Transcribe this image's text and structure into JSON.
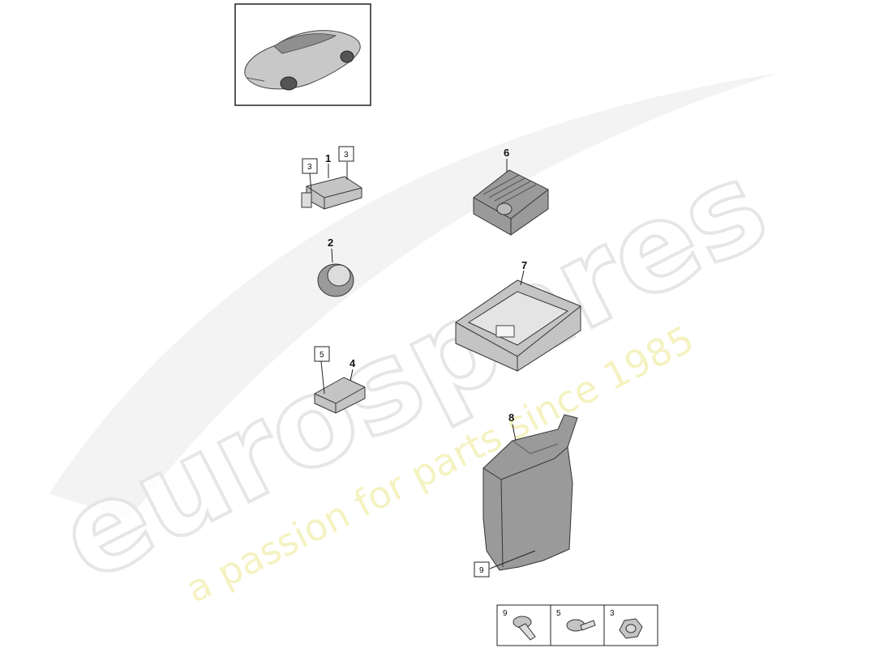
{
  "watermark": {
    "logo": "eurospares",
    "tagline": "a passion for parts since 1985"
  },
  "parts": {
    "p1": "1",
    "p2": "2",
    "p4": "4",
    "p6": "6",
    "p7": "7",
    "p8": "8"
  },
  "boxed_refs": {
    "b3_left": "3",
    "b3_right": "3",
    "b5": "5",
    "b9": "9"
  },
  "fastener_table": {
    "cells": [
      "9",
      "5",
      "3"
    ]
  }
}
